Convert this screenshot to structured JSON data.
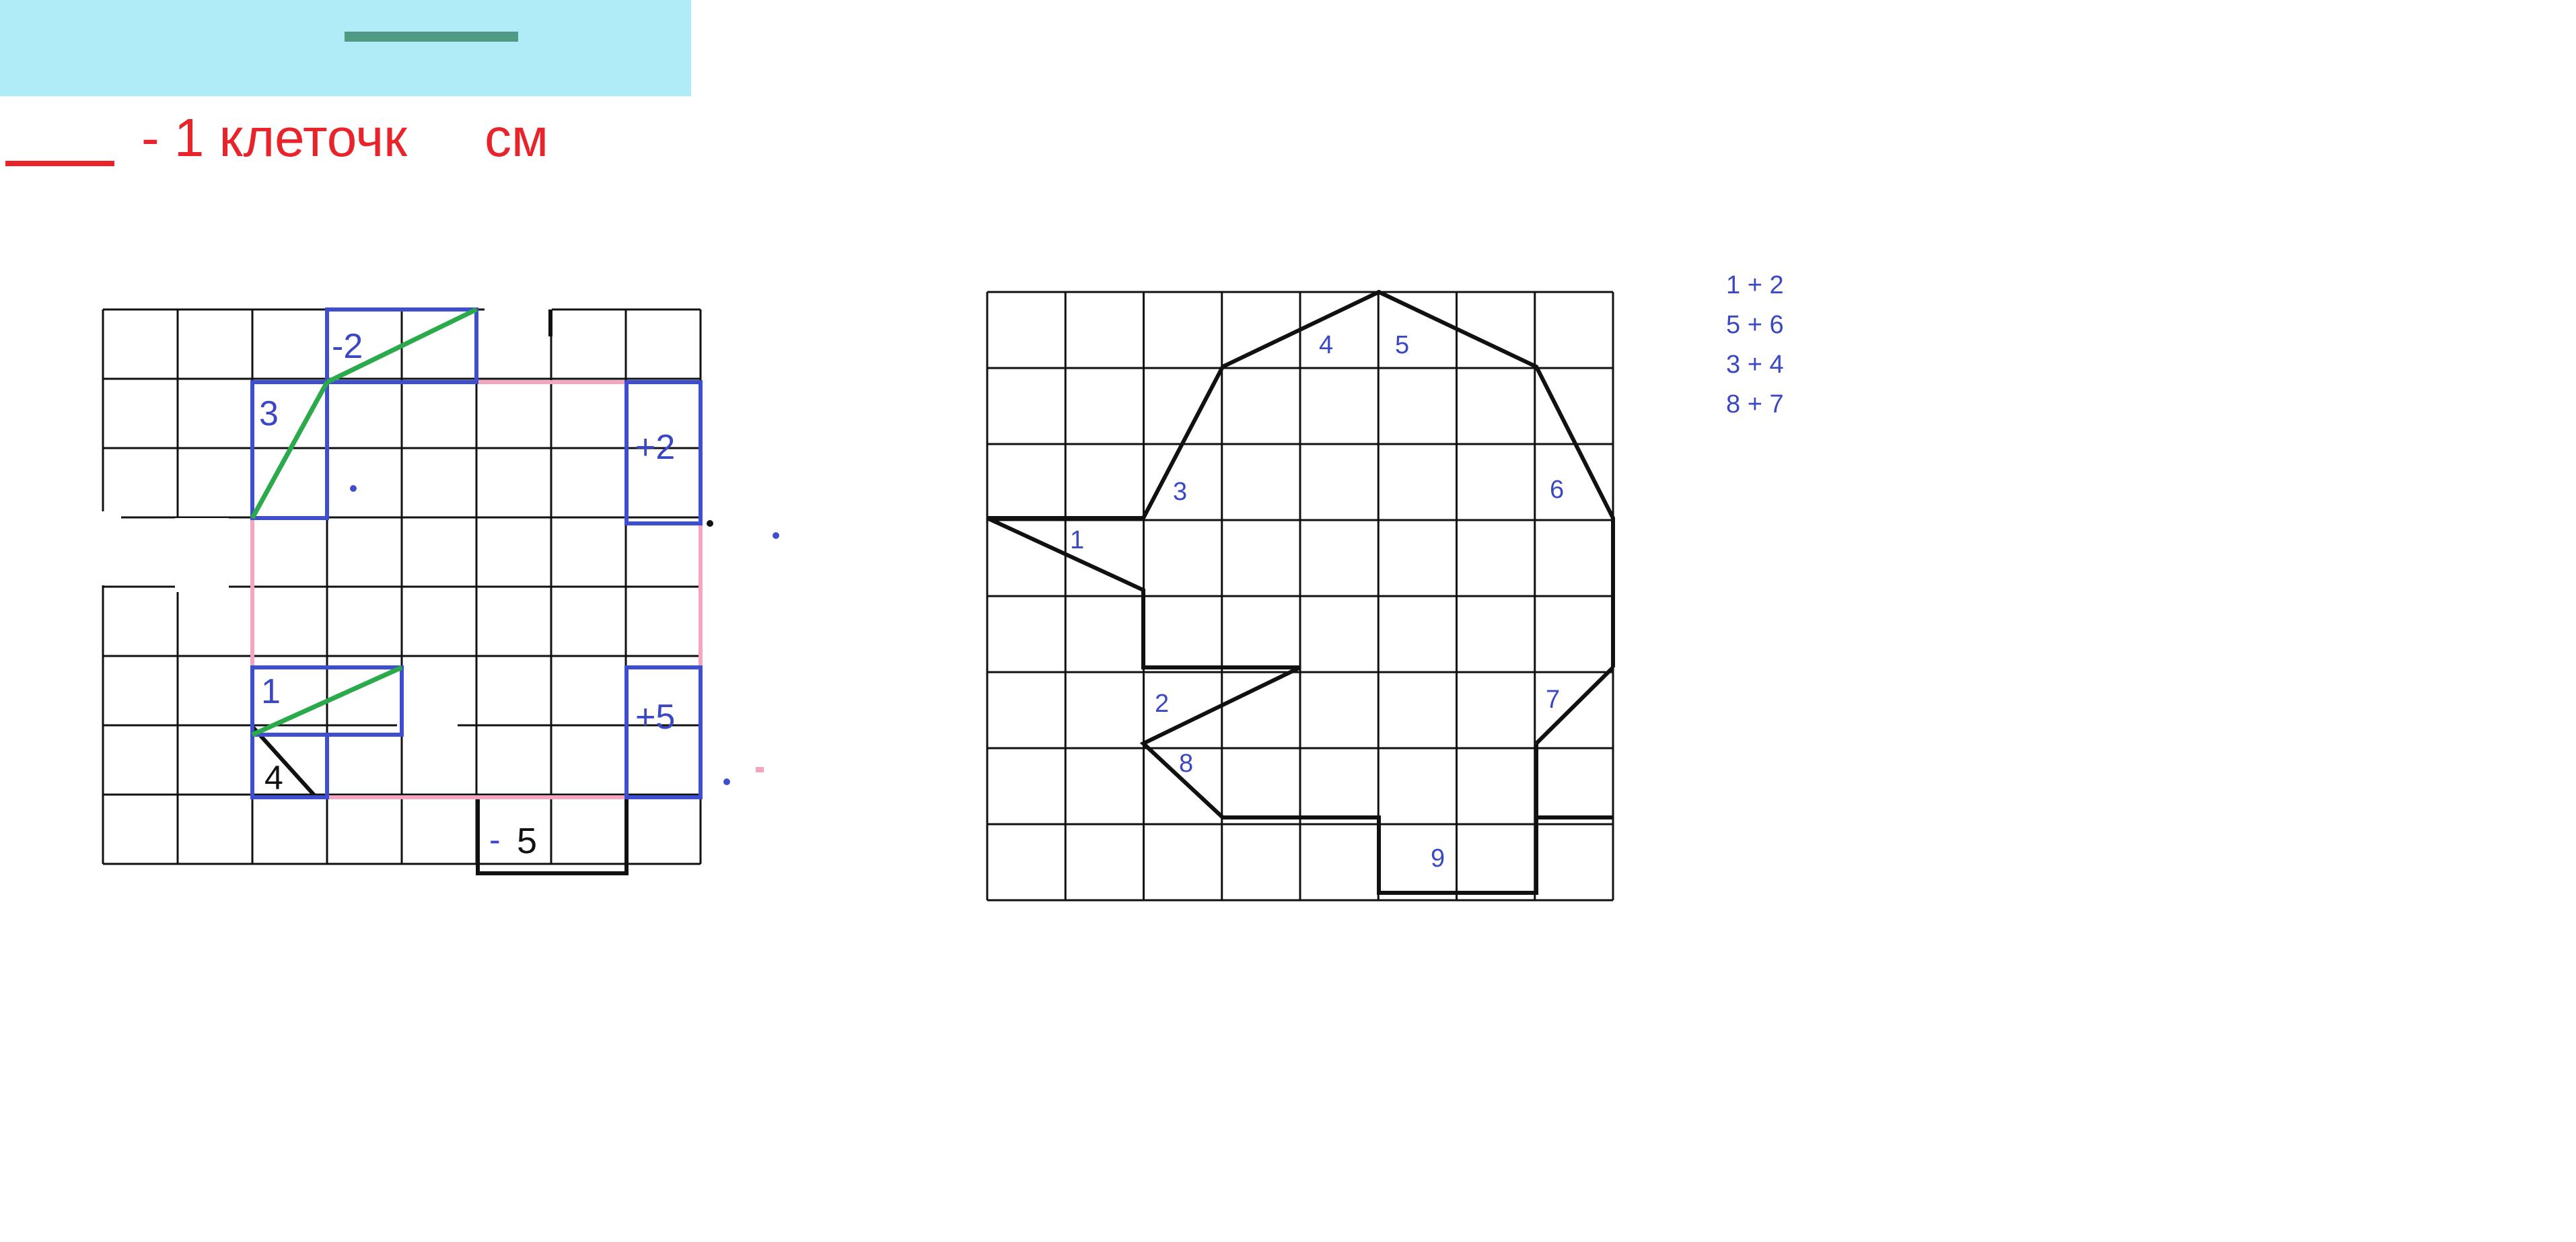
{
  "legend": {
    "unit_text": "- 1 клеточк",
    "unit_suffix": "см",
    "colors": {
      "text": "#e8232a",
      "banner": "#b0ecf7",
      "banner_bar": "#4f9a84"
    }
  },
  "left_figure": {
    "grid": {
      "cols": 8,
      "rows": 8
    },
    "labels": {
      "minus2": "-2",
      "three": "3",
      "plus2": "+2",
      "one": "1",
      "plus5": "+5",
      "four": "4",
      "minus5_sign": "-",
      "minus5_num": "5"
    },
    "colors": {
      "grid": "#111111",
      "blue": "#3d4fd0",
      "green": "#2aaa4a",
      "pink": "#f4a6c0",
      "label_blue": "#3b48c4"
    }
  },
  "right_figure": {
    "grid": {
      "cols": 8,
      "rows": 8
    },
    "labels": [
      "1",
      "2",
      "3",
      "4",
      "5",
      "6",
      "7",
      "8",
      "9"
    ],
    "colors": {
      "grid": "#111111",
      "label": "#3b48c4"
    }
  },
  "pairs": [
    "1 + 2",
    "5 + 6",
    "3 + 4",
    "8 + 7"
  ]
}
